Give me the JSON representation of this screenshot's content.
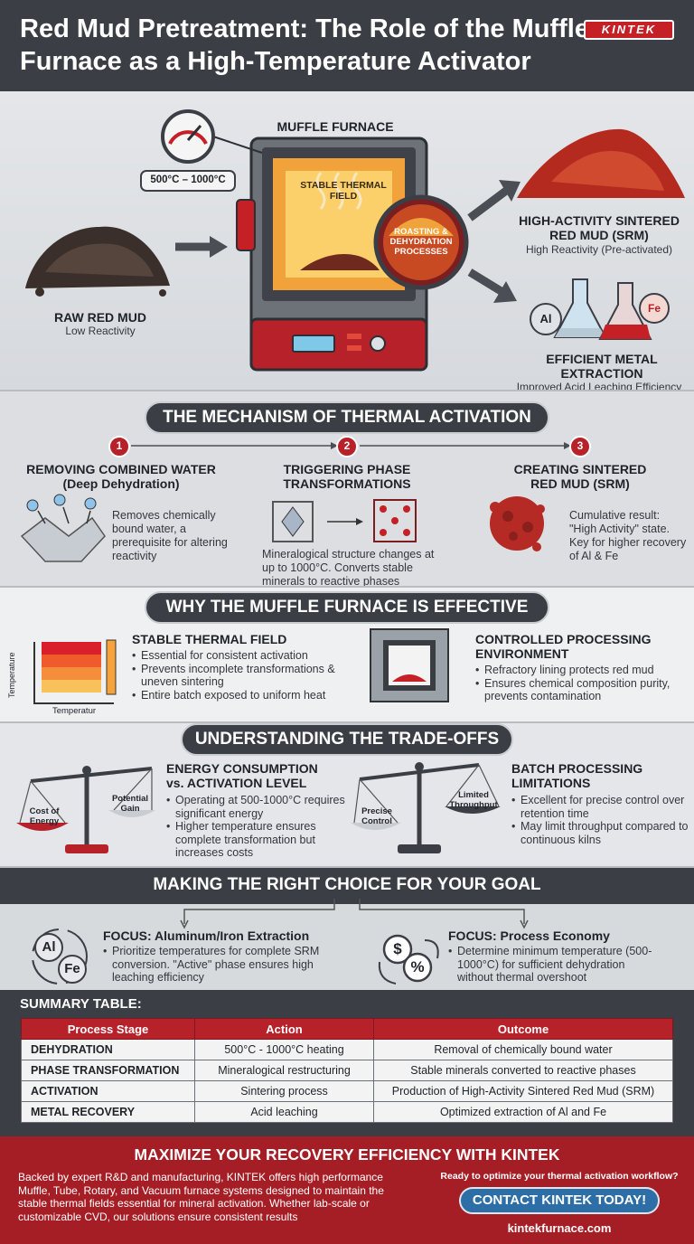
{
  "header": {
    "title": "Red Mud Pretreatment: The Role of the Muffle Furnace as a High-Temperature Activator",
    "logo": "KINTEK"
  },
  "hero": {
    "gauge_label": "500°C – 1000°C",
    "furnace_label": "MUFFLE FURNACE",
    "field_label": "STABLE THERMAL FIELD",
    "process_label": "ROASTING & DEHYDRATION PROCESSES",
    "raw_title": "RAW RED MUD",
    "raw_sub": "Low Reactivity",
    "srm_title": "HIGH-ACTIVITY SINTERED RED MUD (SRM)",
    "srm_sub": "High Reactivity (Pre-activated)",
    "metal_title": "EFFICIENT METAL EXTRACTION",
    "metal_sub": "Improved Acid Leaching Efficiency",
    "flask_al": "Al",
    "flask_fe": "Fe"
  },
  "mechanism": {
    "title": "THE MECHANISM OF THERMAL ACTIVATION",
    "steps": [
      {
        "num": "1",
        "title": "REMOVING COMBINED WATER (Deep Dehydration)",
        "text": "Removes chemically bound water, a prerequisite for altering reactivity"
      },
      {
        "num": "2",
        "title": "TRIGGERING PHASE TRANSFORMATIONS",
        "text": "Mineralogical structure changes at up to 1000°C. Converts stable minerals to reactive phases"
      },
      {
        "num": "3",
        "title": "CREATING SINTERED RED MUD (SRM)",
        "text": "Cumulative result: \"High Activity\" state. Key for higher recovery of Al & Fe"
      }
    ]
  },
  "effective": {
    "title": "WHY THE MUFFLE FURNACE IS EFFECTIVE",
    "axis_y": "Temperature",
    "axis_x": "Temperatur",
    "left": {
      "title": "STABLE THERMAL FIELD",
      "bullets": [
        "Essential for consistent activation",
        "Prevents incomplete transformations & uneven sintering",
        "Entire batch exposed to uniform heat"
      ]
    },
    "right": {
      "title": "CONTROLLED PROCESSING ENVIRONMENT",
      "bullets": [
        "Refractory lining protects red mud",
        "Ensures chemical composition purity, prevents contamination"
      ]
    }
  },
  "tradeoffs": {
    "title": "UNDERSTANDING THE TRADE-OFFS",
    "left": {
      "title": "ENERGY CONSUMPTION vs. ACTIVATION LEVEL",
      "pan_left": "Cost of Energy",
      "pan_right": "Potential Gain",
      "bullets": [
        "Operating at 500-1000°C requires significant energy",
        "Higher temperature ensures complete transformation but increases costs"
      ]
    },
    "right": {
      "title": "BATCH PROCESSING LIMITATIONS",
      "pan_left": "Precise Control",
      "pan_right": "Limited Throughput",
      "bullets": [
        "Excellent for precise control over retention time",
        "May limit throughput compared to continuous kilns"
      ]
    }
  },
  "choice": {
    "title": "MAKING THE RIGHT CHOICE FOR YOUR GOAL",
    "left": {
      "icon_a": "Al",
      "icon_b": "Fe",
      "title": "FOCUS: Aluminum/Iron Extraction",
      "bullets": [
        "Prioritize temperatures for complete SRM conversion. \"Active\" phase ensures high leaching efficiency"
      ]
    },
    "right": {
      "title": "FOCUS: Process Economy",
      "bullets": [
        "Determine minimum temperature (500-1000°C) for sufficient dehydration without thermal overshoot"
      ]
    }
  },
  "summary": {
    "title": "SUMMARY TABLE:",
    "columns": [
      "Process Stage",
      "Action",
      "Outcome"
    ],
    "rows": [
      [
        "DEHYDRATION",
        "500°C - 1000°C heating",
        "Removal of chemically bound water"
      ],
      [
        "PHASE TRANSFORMATION",
        "Mineralogical restructuring",
        "Stable minerals converted to reactive phases"
      ],
      [
        "ACTIVATION",
        "Sintering process",
        "Production of High-Activity Sintered Red Mud (SRM)"
      ],
      [
        "METAL RECOVERY",
        "Acid leaching",
        "Optimized extraction of Al and Fe"
      ]
    ]
  },
  "footer": {
    "title": "MAXIMIZE YOUR RECOVERY EFFICIENCY WITH KINTEK",
    "body": "Backed by expert R&D and manufacturing, KINTEK offers high performance Muffle, Tube, Rotary, and Vacuum furnace systems designed to maintain the stable thermal fields essential for mineral activation. Whether lab-scale or customizable CVD, our solutions ensure consistent results",
    "cta_prompt": "Ready to optimize your thermal activation workflow?",
    "cta_button": "CONTACT KINTEK TODAY!",
    "url": "kintekfurnace.com"
  },
  "colors": {
    "brand_red": "#b7212a",
    "dark": "#3b3f45",
    "cta_blue": "#2d6ea6"
  }
}
